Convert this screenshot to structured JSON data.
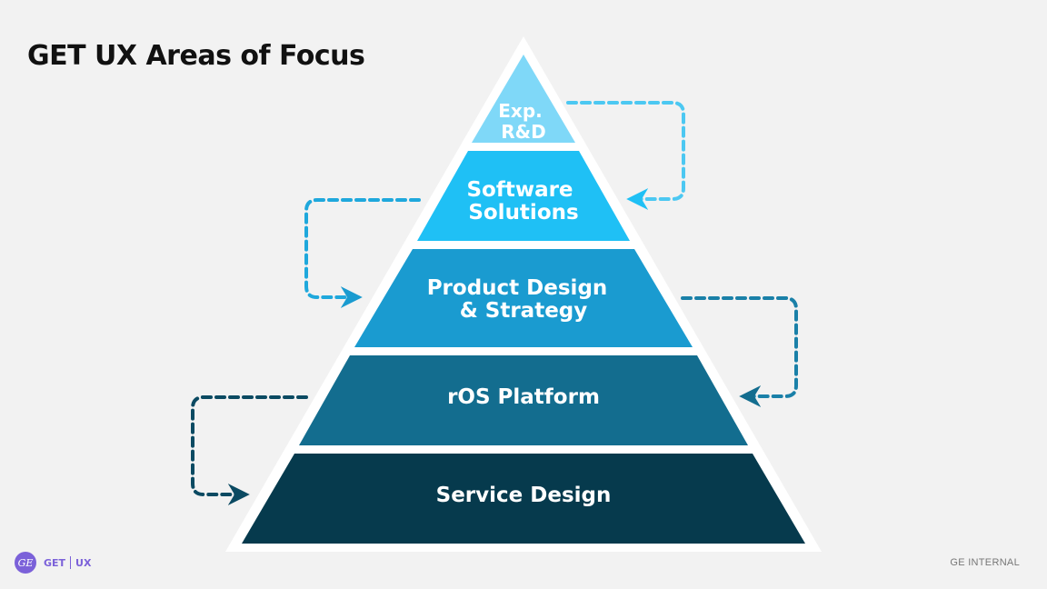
{
  "slide": {
    "title": "GET UX Areas of Focus"
  },
  "pyramid": {
    "tiers": [
      {
        "lines": [
          "Exp.",
          "R&D"
        ],
        "color": "#7fd8f8"
      },
      {
        "lines": [
          "Software",
          "Solutions"
        ],
        "color": "#1fc0f5"
      },
      {
        "lines": [
          "Product Design",
          "& Strategy"
        ],
        "color": "#1a9bd0"
      },
      {
        "lines": [
          "rOS Platform"
        ],
        "color": "#136d8f"
      },
      {
        "lines": [
          "Service Design"
        ],
        "color": "#063a4d"
      }
    ],
    "connectors": [
      {
        "from_tier": 1,
        "to_tier": 2,
        "side": "right",
        "color": "#1fc0f5"
      },
      {
        "from_tier": 2,
        "to_tier": 3,
        "side": "left",
        "color": "#1a9bd0"
      },
      {
        "from_tier": 3,
        "to_tier": 4,
        "side": "right",
        "color": "#136d8f"
      },
      {
        "from_tier": 4,
        "to_tier": 5,
        "side": "left",
        "color": "#0b4a62"
      }
    ]
  },
  "footer": {
    "logo_monogram": "GE",
    "brand_left": "GET",
    "brand_right": "UX",
    "brand_color": "#7b61d9",
    "classification": "GE INTERNAL"
  }
}
